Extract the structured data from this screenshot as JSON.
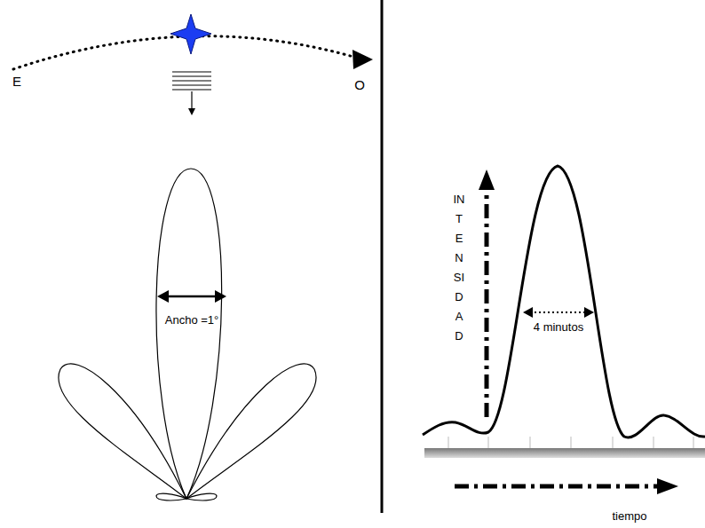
{
  "diagram": {
    "labels": [
      "E",
      "O",
      "Ancho =1°",
      "INTENSIDAD",
      "4 minutos",
      "tiempo"
    ]
  }
}
